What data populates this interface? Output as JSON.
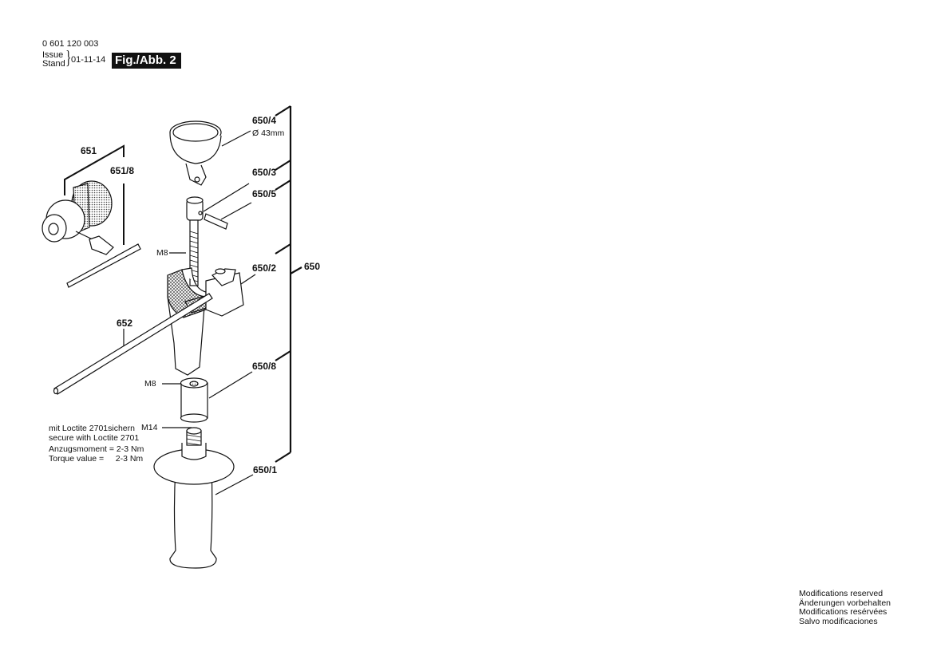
{
  "header": {
    "part_number": "0 601 120 003",
    "issue_label_1": "Issue",
    "issue_label_2": "Stand",
    "issue_date": "01-11-14",
    "figure_label": "Fig./Abb. 2"
  },
  "callouts": {
    "c650_4": "650/4",
    "c650_4_dim": "Ø 43mm",
    "c650_3": "650/3",
    "c650_5": "650/5",
    "c650_2": "650/2",
    "c650": "650",
    "c650_8": "650/8",
    "c650_1": "650/1",
    "c651": "651",
    "c651_8": "651/8",
    "c652": "652",
    "m8_rod": "M8",
    "m8_nut": "M8",
    "m14": "M14"
  },
  "note": {
    "line1": "mit Loctite 2701sichern",
    "line2": "secure with Loctite 2701",
    "line3": "Anzugsmoment = 2-3 Nm",
    "line4": "Torque value =     2-3 Nm"
  },
  "footer": {
    "line1": "Modifications reserved",
    "line2": "Änderungen vorbehalten",
    "line3": "Modifications resérvées",
    "line4": "Salvo modificaciones"
  },
  "colors": {
    "ink": "#111111",
    "background": "#ffffff",
    "badge_bg": "#111111",
    "badge_text": "#ffffff"
  }
}
